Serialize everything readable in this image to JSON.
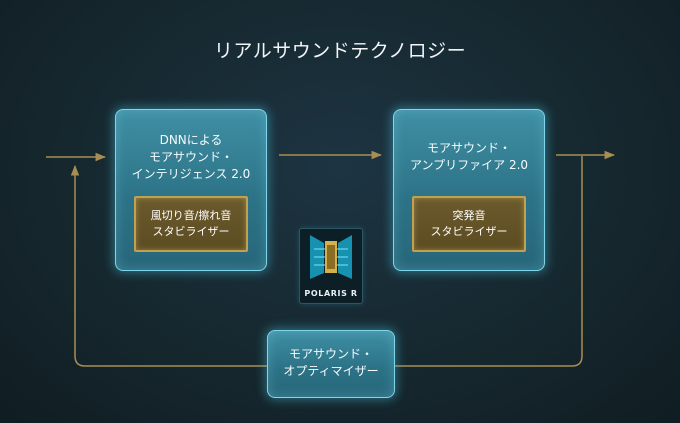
{
  "title": "リアルサウンドテクノロジー",
  "box_dnn": {
    "lines": [
      "DNNによる",
      "モアサウンド・",
      "インテリジェンス 2.0"
    ],
    "sub_lines": [
      "風切り音/擦れ音",
      "スタビライザー"
    ]
  },
  "box_amp": {
    "lines": [
      "モアサウンド・",
      "アンプリファイア 2.0"
    ],
    "sub_lines": [
      "突発音",
      "スタビライザー"
    ]
  },
  "box_optimizer": {
    "lines": [
      "モアサウンド・",
      "オプティマイザー"
    ]
  },
  "badge": {
    "text": "POLARIS R",
    "icon": "polaris-chip-icon"
  },
  "colors": {
    "background": "#16282f",
    "box_fill": "#2d7387",
    "box_border": "#7fd6ea",
    "sub_fill": "#5c4c22",
    "sub_border": "#c2a14e",
    "arrow": "#a88e52"
  }
}
